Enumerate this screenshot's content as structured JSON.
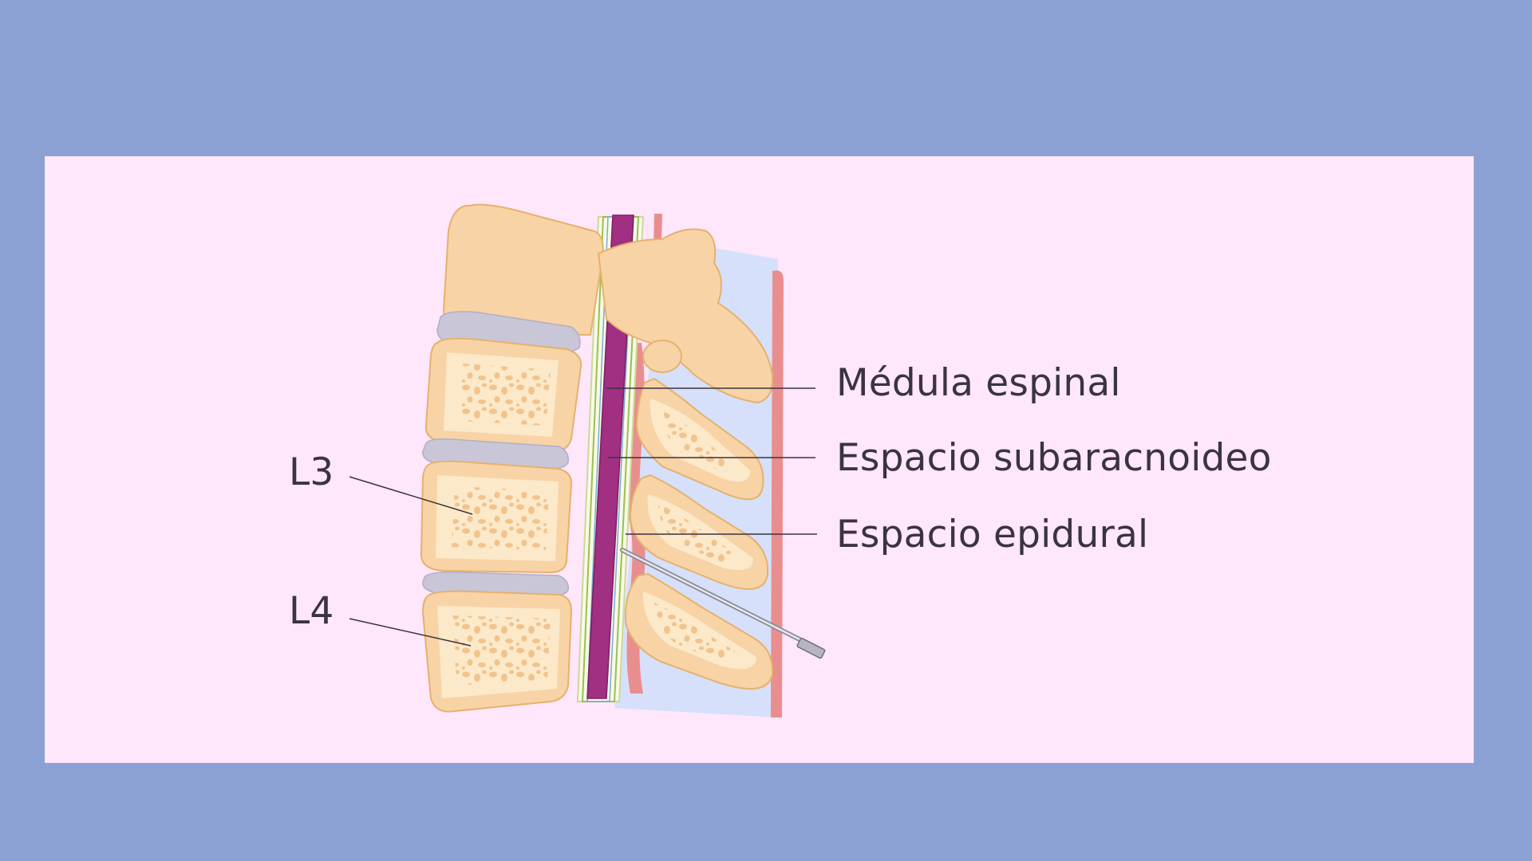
{
  "labels": {
    "medula_espinal": "Médula espinal",
    "espacio_subaracnoideo": "Espacio subaracnoideo",
    "espacio_epidural": "Espacio epidural",
    "l3": "L3",
    "l4": "L4"
  },
  "colors": {
    "background": "#8ba1d3",
    "panel": "#fee6fb",
    "bone": "#f8d3a6",
    "bone_inner": "#fbe9c9",
    "bone_outline": "#e4b26e",
    "disc": "#c9c6d8",
    "spinal_cord": "#a12f82",
    "ligament": "#e98e8e",
    "canal": "#d6e0fb",
    "needle": "#8a8a94",
    "text": "#3a3340"
  },
  "icons": [
    "needle-icon"
  ]
}
